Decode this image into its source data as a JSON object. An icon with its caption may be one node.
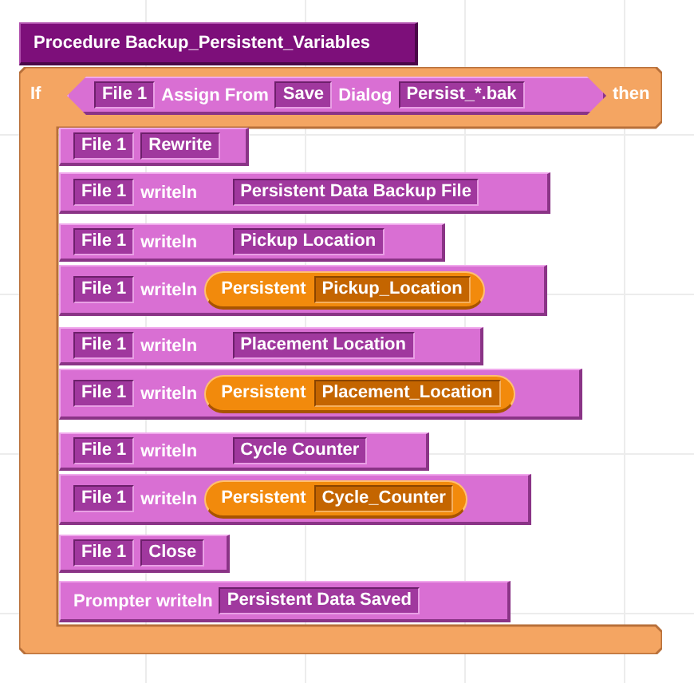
{
  "diagram": {
    "nodes": [
      {
        "text": [
          "Procedure Backup_Persistent_Variables"
        ]
      },
      {
        "text": [
          "If",
          "then"
        ]
      },
      {
        "text": [
          "Assign From",
          "Dialog"
        ],
        "in": 1
      },
      {
        "text": [
          "File 1"
        ],
        "in": 2
      },
      {
        "text": [
          "Save"
        ],
        "in": 2
      },
      {
        "text": [
          "Persist_*.bak"
        ],
        "in": 2
      },
      {
        "text": [],
        "shape": "box",
        "in": 1
      },
      {
        "text": [
          "File 1"
        ],
        "in": 6
      },
      {
        "text": [
          "Rewrite"
        ],
        "in": 6
      },
      {
        "text": [
          "writeln"
        ],
        "in": 1
      },
      {
        "text": [
          "File 1"
        ],
        "in": 9
      },
      {
        "text": [
          "Persistent Data Backup File"
        ],
        "in": 9
      },
      {
        "text": [
          "writeln"
        ],
        "in": 1
      },
      {
        "text": [
          "File 1"
        ],
        "in": 12
      },
      {
        "text": [
          "Pickup Location"
        ],
        "in": 12
      },
      {
        "text": [
          "writeln"
        ],
        "in": 1
      },
      {
        "text": [
          "File 1"
        ],
        "in": 15
      },
      {
        "text": [
          "Persistent"
        ],
        "in": 15
      },
      {
        "text": [
          "Pickup_Location"
        ],
        "in": 17
      },
      {
        "text": [
          "writeln"
        ],
        "in": 1
      },
      {
        "text": [
          "File 1"
        ],
        "in": 19
      },
      {
        "text": [
          "Placement Location"
        ],
        "in": 19
      },
      {
        "text": [
          "writeln"
        ],
        "in": 1
      },
      {
        "text": [
          "File 1"
        ],
        "in": 22
      },
      {
        "text": [
          "Persistent"
        ],
        "in": 22
      },
      {
        "text": [
          "Placement_Location"
        ],
        "in": 24
      },
      {
        "text": [
          "writeln"
        ],
        "in": 1
      },
      {
        "text": [
          "File 1"
        ],
        "in": 26
      },
      {
        "text": [
          "Cycle Counter"
        ],
        "in": 26
      },
      {
        "text": [
          "writeln"
        ],
        "in": 1
      },
      {
        "text": [
          "File 1"
        ],
        "in": 29
      },
      {
        "text": [
          "Persistent"
        ],
        "in": 29
      },
      {
        "text": [
          "Cycle_Counter"
        ],
        "in": 31
      },
      {
        "text": [],
        "shape": "box",
        "in": 1
      },
      {
        "text": [
          "File 1"
        ],
        "in": 33
      },
      {
        "text": [
          "Close"
        ],
        "in": 33
      },
      {
        "text": [
          "Prompter writeln"
        ],
        "in": 1
      },
      {
        "text": [
          "Persistent Data Saved"
        ],
        "in": 36
      }
    ],
    "edges": []
  }
}
